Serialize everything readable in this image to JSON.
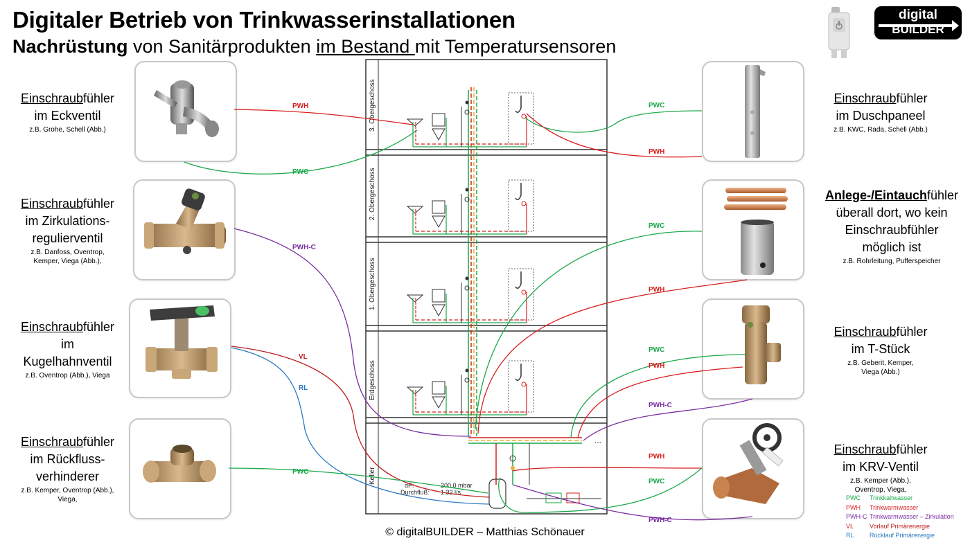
{
  "header": {
    "title": "Digitaler Betrieb von Trinkwasserinstallationen",
    "subtitle_bold": "Nachrüstung",
    "subtitle_mid": " von Sanitärprodukten ",
    "subtitle_underlined": "im Bestand ",
    "subtitle_end": "mit Temperatursensoren"
  },
  "logo": {
    "line1": "digital",
    "line2": "BUILDER"
  },
  "footer": "© digitalBUILDER – Matthias Schönauer",
  "left_labels": [
    {
      "u": "Einschraub",
      "rest": "fühler",
      "line2": "im Eckventil",
      "line3": "",
      "line4": "",
      "sub": "z.B. Grohe, Schell (Abb.)",
      "sub2": ""
    },
    {
      "u": "Einschraub",
      "rest": "fühler",
      "line2": "im Zirkulations-",
      "line3": "regulierventil",
      "line4": "",
      "sub": "z.B. Danfoss, Oventrop,",
      "sub2": "Kemper, Viega (Abb.),"
    },
    {
      "u": "Einschraub",
      "rest": "fühler",
      "line2": "im",
      "line3": "Kugelhahnventil",
      "line4": "",
      "sub": "z.B. Oventrop (Abb.), Viega",
      "sub2": ""
    },
    {
      "u": "Einschraub",
      "rest": "fühler",
      "line2": "im Rückfluss-",
      "line3": "verhinderer",
      "line4": "",
      "sub": "z.B. Kemper, Oventrop (Abb.),",
      "sub2": "Viega,"
    }
  ],
  "right_labels": [
    {
      "u": "Einschraub",
      "rest": "fühler",
      "line2": "im Duschpaneel",
      "line3": "",
      "sub": "z.B. KWC, Rada, Schell (Abb.)",
      "sub2": ""
    },
    {
      "u": "Anlege-/Eintauch",
      "rest": "fühler",
      "line2": "überall dort, wo kein",
      "line3": "Einschraubfühler",
      "line4": "möglich ist",
      "sub": "z.B. Rohrleitung, Pufferspeicher",
      "sub2": ""
    },
    {
      "u": "Einschraub",
      "rest": "fühler",
      "line2": "im T-Stück",
      "line3": "",
      "sub": "z.B. Geberit, Kemper,",
      "sub2": "Viega (Abb.)"
    },
    {
      "u": "Einschraub",
      "rest": "fühler",
      "line2": "im KRV-Ventil",
      "line3": "",
      "sub": "z.B. Kemper (Abb.),",
      "sub2": "Oventrop, Viega,"
    }
  ],
  "floors": [
    "3. Obergeschoss",
    "2. Obergeschoss",
    "1. Obergeschoss",
    "Erdgeschoss",
    "Keller"
  ],
  "pipe_labels": {
    "pwh": "PWH",
    "pwc": "PWC",
    "pwhc": "PWH-C",
    "vl": "VL",
    "rl": "RL",
    "dots": "..."
  },
  "basement_text": {
    "dp": "dP:",
    "flow": "Durchfluß:",
    "dp_val": "200.0  mbar",
    "flow_val": "1.32  l/s"
  },
  "legend": [
    {
      "key": "PWC",
      "text": "Trinkkaltwasser",
      "color": "#1aa84a"
    },
    {
      "key": "PWH",
      "text": "Trinkwarmwasser",
      "color": "#d81e1e"
    },
    {
      "key": "PWH-C",
      "text": "Trinkwarmwasser – Zirkulation",
      "color": "#7a2ea0"
    },
    {
      "key": "VL",
      "text": "Vorlauf Primärenergie",
      "color": "#c0201e"
    },
    {
      "key": "RL",
      "text": "Rücklauf Primärenergie",
      "color": "#2a79c0"
    }
  ],
  "colors": {
    "pwc": "#1aa84a",
    "pwh": "#d81e1e",
    "pwhc": "#7a2ea0",
    "vl": "#c0201e",
    "rl": "#2a79c0"
  },
  "icons": [
    "angle-valve-icon",
    "circulation-valve-icon",
    "ball-valve-icon",
    "backflow-preventer-icon",
    "shower-panel-icon",
    "pipes-and-buffer-tank-icon",
    "tee-fitting-icon",
    "krv-valve-icon",
    "temperature-sensor-device-icon"
  ]
}
